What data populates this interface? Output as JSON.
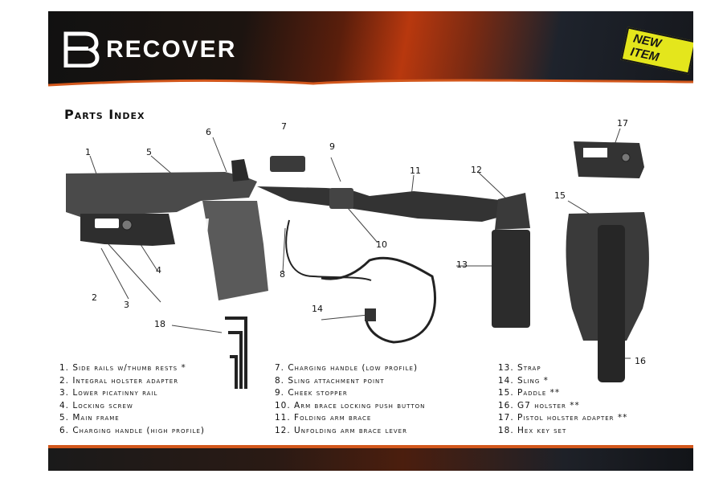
{
  "header": {
    "brand": "RECOVER",
    "badge": "NEW ITEM"
  },
  "title": "Parts Index",
  "callouts": {
    "c1": "1",
    "c2": "2",
    "c3": "3",
    "c4": "4",
    "c5": "5",
    "c6": "6",
    "c7": "7",
    "c8": "8",
    "c9": "9",
    "c10": "10",
    "c11": "11",
    "c12": "12",
    "c13": "13",
    "c14": "14",
    "c15": "15",
    "c16": "16",
    "c17": "17",
    "c18": "18"
  },
  "legend": {
    "col1": [
      "1. Side rails w/thumb rests *",
      "2. Integral holster adapter",
      "3. Lower picatinny rail",
      "4. Locking screw",
      "5. Main frame",
      "6. Charging handle (high profile)"
    ],
    "col2": [
      "7. Charging handle (low profile)",
      "8. Sling attachment point",
      "9. Cheek stopper",
      "10. Arm brace locking push button",
      "11. Folding arm brace",
      "12. Unfolding arm brace lever"
    ],
    "col3": [
      "13. Strap",
      "14. Sling *",
      "15. Paddle **",
      "16. G7 holster **",
      "17. Pistol holster adapter **",
      "18.  Hex key set"
    ]
  },
  "colors": {
    "accent": "#d2571c",
    "badge": "#e4e61c",
    "part": "#3b3b3b"
  }
}
